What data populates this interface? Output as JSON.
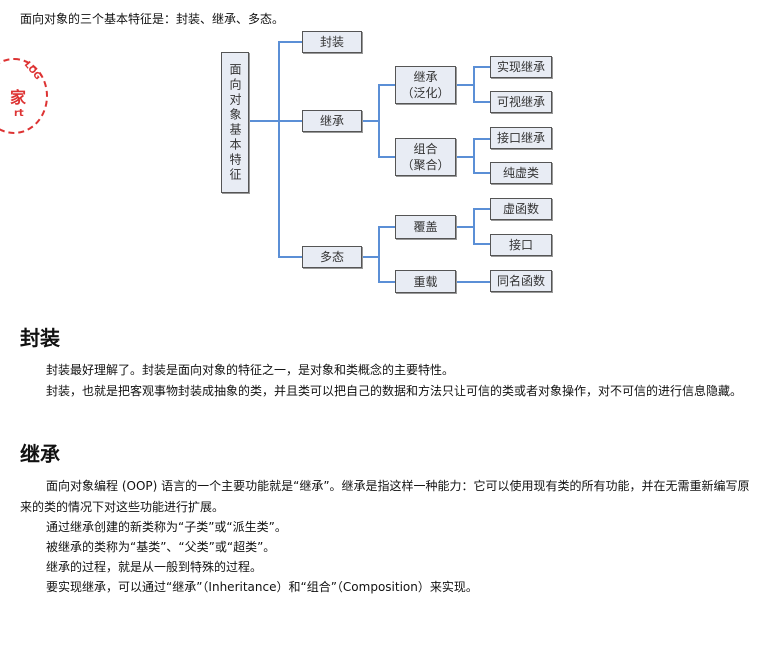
{
  "intro": "面向对象的三个基本特征是：封装、继承、多态。",
  "stamp": {
    "text1": "LOG",
    "text2": "家",
    "text3": "rt"
  },
  "diagram": {
    "root": "面向对象基本特征",
    "level1": [
      "封装",
      "继承",
      "多态"
    ],
    "level2": [
      "继承\n（泛化）",
      "组合\n（聚合）",
      "覆盖",
      "重载"
    ],
    "level3": [
      "实现继承",
      "可视继承",
      "接口继承",
      "纯虚类",
      "虚函数",
      "接口",
      "同名函数"
    ]
  },
  "sections": [
    {
      "title": "封装",
      "paragraphs": [
        "封装最好理解了。封装是面向对象的特征之一，是对象和类概念的主要特性。",
        "封装，也就是把客观事物封装成抽象的类，并且类可以把自己的数据和方法只让可信的类或者对象操作，对不可信的进行信息隐藏。"
      ]
    },
    {
      "title": "继承",
      "paragraphs": [
        "面向对象编程 (OOP) 语言的一个主要功能就是“继承”。继承是指这样一种能力：它可以使用现有类的所有功能，并在无需重新编写原来的类的情况下对这些功能进行扩展。",
        "通过继承创建的新类称为“子类”或“派生类”。",
        "被继承的类称为“基类”、“父类”或“超类”。",
        "继承的过程，就是从一般到特殊的过程。",
        "要实现继承，可以通过“继承”（Inheritance）和“组合”（Composition）来实现。"
      ]
    }
  ]
}
